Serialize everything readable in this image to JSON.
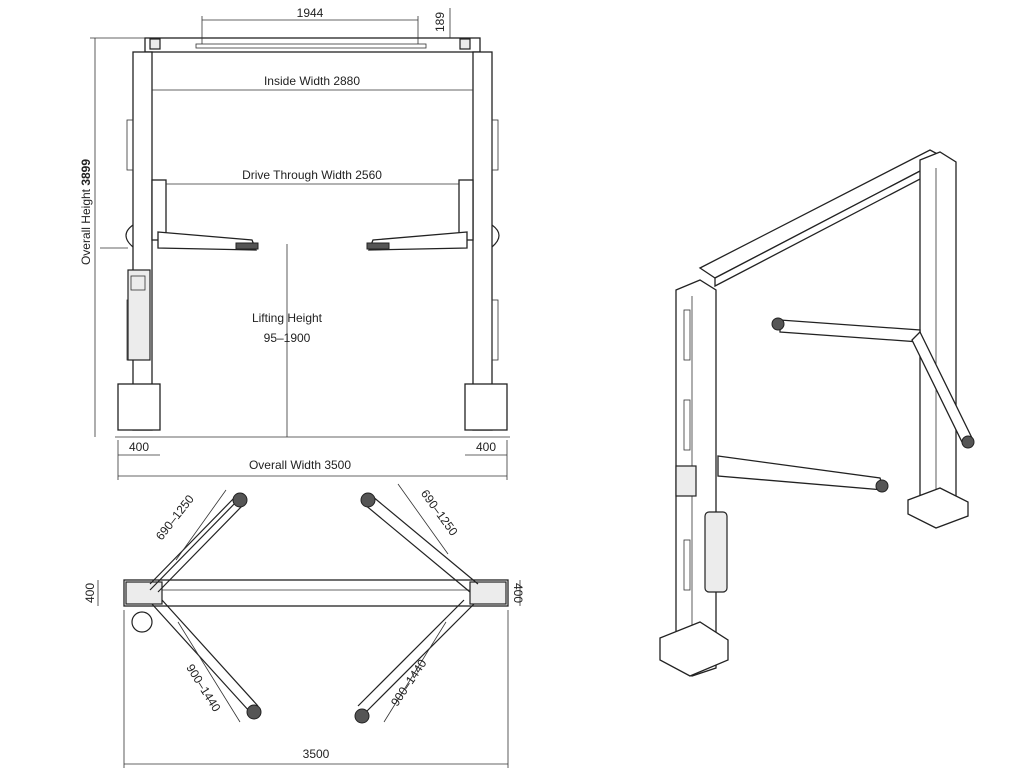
{
  "front_view": {
    "top_span": "1944",
    "top_height": "189",
    "inside_width": "Inside Width 2880",
    "drive_through": "Drive Through Width 2560",
    "overall_height_label": "Overall Height ",
    "overall_height_value": "3899",
    "lifting_height_label": "Lifting Height",
    "lifting_height_value": "95–1900",
    "base_left": "400",
    "base_right": "400",
    "overall_width": "Overall Width  3500"
  },
  "top_view": {
    "arm_upper_left": "690–1250",
    "arm_upper_right": "690–1250",
    "arm_lower_left": "900–1440",
    "arm_lower_right": "900–1440",
    "depth_left": "400",
    "depth_right": "400",
    "width": "3500"
  }
}
